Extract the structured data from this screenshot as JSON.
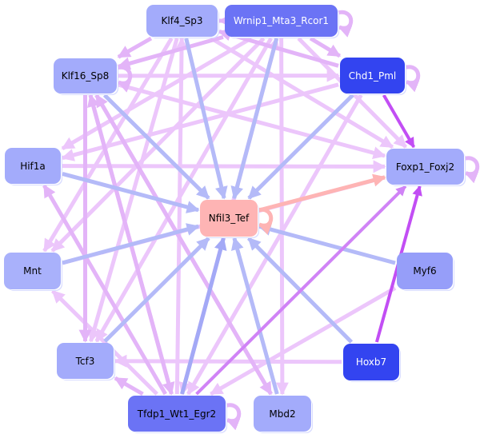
{
  "graph": {
    "type": "directed-network",
    "edge_colors": {
      "light": "#ecc6fb",
      "medium": "#e3b4f8",
      "blue": "#b4baf8",
      "blue_dark": "#a3a9f6",
      "magenta": "#c24ef4",
      "magenta_light": "#d083f6",
      "red": "#feb4b4"
    },
    "nodes": [
      {
        "id": "klf4",
        "label": "Klf4_Sp3",
        "fill": "#a3abfb",
        "text": "#000000"
      },
      {
        "id": "wrnip1",
        "label": "Wrnip1_Mta3_Rcor1",
        "fill": "#6b73f5",
        "text": "#ffffff"
      },
      {
        "id": "klf16",
        "label": "Klf16_Sp8",
        "fill": "#a3abfb",
        "text": "#000000"
      },
      {
        "id": "chd1",
        "label": "Chd1_Pml",
        "fill": "#3344f0",
        "text": "#ffffff"
      },
      {
        "id": "hif1a",
        "label": "Hif1a",
        "fill": "#a3abfb",
        "text": "#000000"
      },
      {
        "id": "foxp1",
        "label": "Foxp1_Foxj2",
        "fill": "#a3abfb",
        "text": "#000000"
      },
      {
        "id": "nfil3",
        "label": "Nfil3_Tef",
        "fill": "#feb4b4",
        "text": "#000000"
      },
      {
        "id": "mnt",
        "label": "Mnt",
        "fill": "#a9b1fb",
        "text": "#000000"
      },
      {
        "id": "myf6",
        "label": "Myf6",
        "fill": "#969ef9",
        "text": "#000000"
      },
      {
        "id": "tcf3",
        "label": "Tcf3",
        "fill": "#a3abfb",
        "text": "#000000"
      },
      {
        "id": "hoxb7",
        "label": "Hoxb7",
        "fill": "#3344f0",
        "text": "#ffffff"
      },
      {
        "id": "tfdp1",
        "label": "Tfdp1_Wt1_Egr2",
        "fill": "#6b73f5",
        "text": "#000000"
      },
      {
        "id": "mbd2",
        "label": "Mbd2",
        "fill": "#a3abfb",
        "text": "#000000"
      }
    ],
    "edges": [
      {
        "from": "klf4",
        "to": "nfil3",
        "color": "blue"
      },
      {
        "from": "klf16",
        "to": "nfil3",
        "color": "blue"
      },
      {
        "from": "wrnip1",
        "to": "nfil3",
        "color": "blue"
      },
      {
        "from": "chd1",
        "to": "nfil3",
        "color": "blue"
      },
      {
        "from": "hif1a",
        "to": "nfil3",
        "color": "blue"
      },
      {
        "from": "mnt",
        "to": "nfil3",
        "color": "blue"
      },
      {
        "from": "myf6",
        "to": "nfil3",
        "color": "blue"
      },
      {
        "from": "hoxb7",
        "to": "nfil3",
        "color": "blue"
      },
      {
        "from": "tcf3",
        "to": "nfil3",
        "color": "blue"
      },
      {
        "from": "tfdp1",
        "to": "nfil3",
        "color": "blue_dark"
      },
      {
        "from": "mbd2",
        "to": "nfil3",
        "color": "blue"
      },
      {
        "from": "nfil3",
        "to": "foxp1",
        "color": "red"
      },
      {
        "from": "nfil3",
        "to": "nfil3",
        "color": "red"
      },
      {
        "from": "chd1",
        "to": "foxp1",
        "color": "magenta"
      },
      {
        "from": "hoxb7",
        "to": "foxp1",
        "color": "magenta"
      },
      {
        "from": "tfdp1",
        "to": "foxp1",
        "color": "magenta_light"
      },
      {
        "from": "wrnip1",
        "to": "wrnip1",
        "color": "medium"
      },
      {
        "from": "chd1",
        "to": "chd1",
        "color": "medium"
      },
      {
        "from": "foxp1",
        "to": "foxp1",
        "color": "medium"
      },
      {
        "from": "tfdp1",
        "to": "tfdp1",
        "color": "medium"
      },
      {
        "from": "wrnip1",
        "to": "klf4",
        "color": "medium"
      },
      {
        "from": "wrnip1",
        "to": "klf16",
        "color": "medium"
      },
      {
        "from": "wrnip1",
        "to": "chd1",
        "color": "medium"
      },
      {
        "from": "wrnip1",
        "to": "foxp1",
        "color": "light"
      },
      {
        "from": "wrnip1",
        "to": "hif1a",
        "color": "light"
      },
      {
        "from": "wrnip1",
        "to": "mnt",
        "color": "light"
      },
      {
        "from": "wrnip1",
        "to": "tcf3",
        "color": "light"
      },
      {
        "from": "wrnip1",
        "to": "tfdp1",
        "color": "light"
      },
      {
        "from": "wrnip1",
        "to": "mbd2",
        "color": "light"
      },
      {
        "from": "klf4",
        "to": "klf16",
        "color": "medium"
      },
      {
        "from": "klf4",
        "to": "foxp1",
        "color": "light"
      },
      {
        "from": "klf4",
        "to": "mnt",
        "color": "light"
      },
      {
        "from": "klf4",
        "to": "tcf3",
        "color": "light"
      },
      {
        "from": "klf16",
        "to": "klf16",
        "color": "medium"
      },
      {
        "from": "klf16",
        "to": "chd1",
        "color": "light"
      },
      {
        "from": "klf16",
        "to": "foxp1",
        "color": "light"
      },
      {
        "from": "klf16",
        "to": "tcf3",
        "color": "medium"
      },
      {
        "from": "klf16",
        "to": "tfdp1",
        "color": "medium"
      },
      {
        "from": "klf16",
        "to": "mbd2",
        "color": "medium"
      },
      {
        "from": "chd1",
        "to": "klf4",
        "color": "medium"
      },
      {
        "from": "chd1",
        "to": "hif1a",
        "color": "light"
      },
      {
        "from": "chd1",
        "to": "tfdp1",
        "color": "light"
      },
      {
        "from": "tfdp1",
        "to": "hif1a",
        "color": "medium"
      },
      {
        "from": "tfdp1",
        "to": "klf16",
        "color": "medium"
      },
      {
        "from": "tfdp1",
        "to": "mnt",
        "color": "light"
      },
      {
        "from": "tfdp1",
        "to": "tcf3",
        "color": "medium"
      },
      {
        "from": "tfdp1",
        "to": "wrnip1",
        "color": "light"
      },
      {
        "from": "tfdp1",
        "to": "klf4",
        "color": "light"
      },
      {
        "from": "hoxb7",
        "to": "tcf3",
        "color": "light"
      },
      {
        "from": "myf6",
        "to": "tfdp1",
        "color": "light"
      },
      {
        "from": "mbd2",
        "to": "klf16",
        "color": "medium"
      },
      {
        "from": "hif1a",
        "to": "foxp1",
        "color": "light"
      },
      {
        "from": "mnt",
        "to": "foxp1",
        "color": "light"
      }
    ]
  }
}
